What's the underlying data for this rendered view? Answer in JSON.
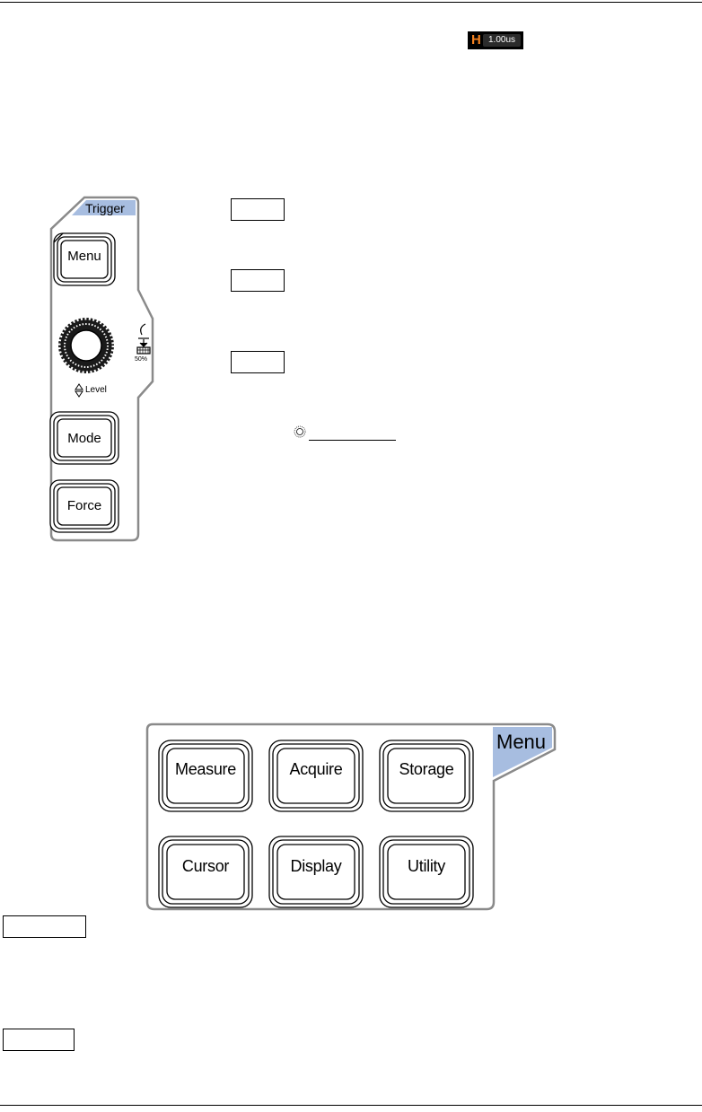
{
  "horizontal_badge": {
    "letter": "H",
    "value": "1.00us",
    "letter_color": "#f58220"
  },
  "trigger_panel": {
    "title": "Trigger",
    "buttons": [
      "Menu",
      "Mode",
      "Force"
    ],
    "knob_label": "Level",
    "push_label": "50%",
    "accent_color": "#a7bde0"
  },
  "menu_panel": {
    "title": "Menu",
    "buttons": [
      "Measure",
      "Acquire",
      "Storage",
      "Cursor",
      "Display",
      "Utility"
    ],
    "accent_color": "#a7bde0"
  }
}
